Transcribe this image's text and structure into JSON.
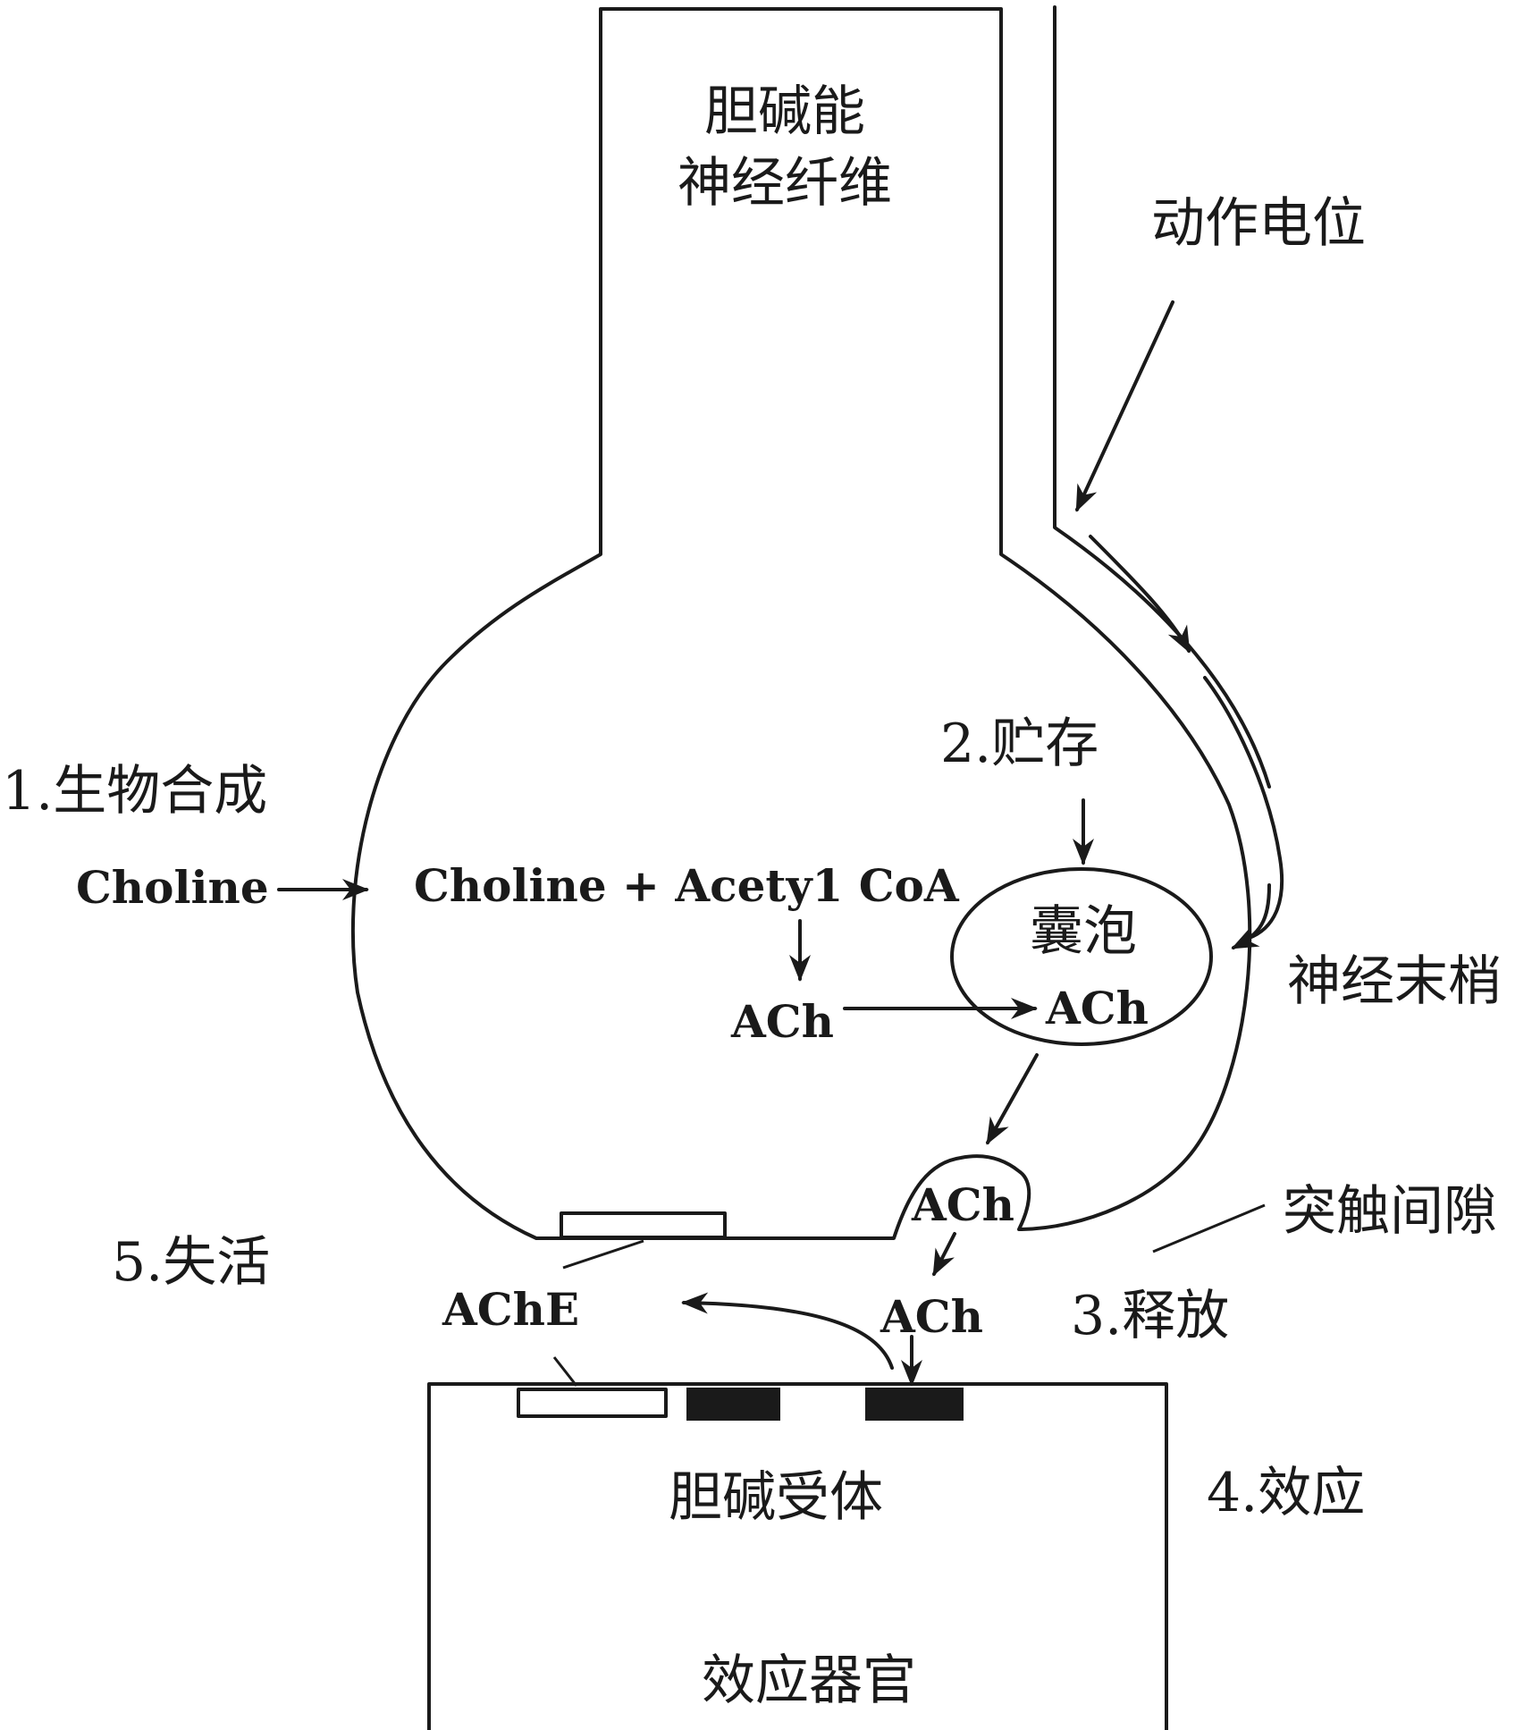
{
  "labels": {
    "fiber_line1": "胆碱能",
    "fiber_line2": "神经纤维",
    "action_potential": "动作电位",
    "step1_biosynthesis": "1.生物合成",
    "choline_outside": "Choline",
    "choline_acetyl_coa": "Choline + Acety1 CoA",
    "ach_synth": "ACh",
    "step2_storage": "2.贮存",
    "vesicle": "囊泡",
    "ach_vesicle": "ACh",
    "nerve_terminal": "神经末梢",
    "ach_release_bulge": "ACh",
    "synaptic_cleft": "突触间隙",
    "step3_release": "3.释放",
    "ach_cleft": "ACh",
    "ache": "AChE",
    "step5_inactivation": "5.失活",
    "cholinergic_receptor": "胆碱受体",
    "step4_effect": "4.效应",
    "effector_organ": "效应器官"
  },
  "colors": {
    "stroke": "#1a1a1a",
    "background": "#ffffff",
    "receptor_fill": "#1a1a1a",
    "enzyme_fill": "#ffffff"
  }
}
